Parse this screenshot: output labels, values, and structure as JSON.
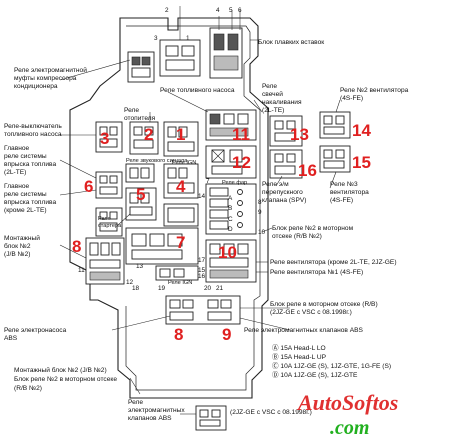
{
  "labels": {
    "fuse_block": "Блок плавких вставок",
    "compressor_relay": [
      "Реле электромагнитной",
      "муфты компрессора",
      "кондиционера"
    ],
    "fuel_pump_relay_top": "Реле топливного насоса",
    "glow_relay": [
      "Реле",
      "свечей",
      "накаливания",
      "(2L-TE)"
    ],
    "fan2_relay": [
      "Реле №2 вентилятора",
      "(4S-FE)"
    ],
    "pump_switch_relay": [
      "Реле-выключатель",
      "топливного насоса"
    ],
    "heater_relay": [
      "Реле",
      "отопителя"
    ],
    "main_efi_2lte": [
      "Главное",
      "реле системы",
      "впрыска топлива",
      "(2L-TE)"
    ],
    "horn_relay": "Реле звукового сигнала",
    "ign_relay": "Реле IGN",
    "main_efi_other": [
      "Главное",
      "реле системы",
      "впрыска топлива",
      "(кроме 2L-TE)"
    ],
    "starter_relay": [
      "Реле",
      "стартера"
    ],
    "spv_relay": [
      "Реле э/м",
      "перепускного",
      "клапана (SPV)"
    ],
    "fan3_relay": [
      "Реле №3",
      "вентилятора",
      "(4S-FE)"
    ],
    "brake_relay": "Реле фар",
    "relay_block_2": [
      "Блок реле №2 в моторном",
      "отсеке (R/B №2)"
    ],
    "jb2": [
      "Монтажный",
      "блок №2",
      "(J/B №2)"
    ],
    "fan_relay_other": "Реле вентилятора (кроме 2L-TE, 2JZ-GE)",
    "fan1_relay": "Реле вентилятора №1 (4S-FE)",
    "relay_block_rb": [
      "Блок реле в моторном отсеке (R/B)",
      "(2JZ-GE с VSC с 08.1998г.)"
    ],
    "abs_valve_relay_r": "Реле электромагнитных клапанов ABS",
    "abs_pump_relay": [
      "Реле электронасоса",
      "ABS"
    ],
    "ign_bottom": "Реле IGN",
    "legend_a": "Ⓐ 15A Head-L LO",
    "legend_b": "Ⓑ 15A Head-L UP",
    "legend_c": "Ⓒ 10A 1JZ-GE (S), 1JZ-GTE, 1G-FE (S)",
    "legend_d": "Ⓓ 10A 1JZ-GE (S), 1JZ-GTE",
    "jb2_bottom": [
      "Монтажный блок №2 (J/B №2)",
      "Блок реле №2 в моторном отсеке",
      "(R/B №2)"
    ],
    "abs_bottom": [
      "Реле",
      "электромагнитных",
      "клапанов ABS"
    ],
    "abs_bottom_note": "(2JZ-GE с VSC с 08.1998г.)"
  },
  "markers": {
    "m1": "1",
    "m2": "2",
    "m3": "3",
    "m4": "4",
    "m5": "5",
    "m6": "6",
    "m7": "7",
    "m8": "8",
    "m8b": "8",
    "m9": "9",
    "m10": "10",
    "m11": "11",
    "m12": "12",
    "m13": "13",
    "m14": "14",
    "m15": "15",
    "m16": "16"
  },
  "callouts": {
    "n1": "1",
    "n2": "2",
    "n3": "3",
    "n4": "4",
    "n5": "5",
    "n6": "6",
    "n7": "7",
    "n8": "8",
    "n9": "9",
    "n10": "10",
    "n11": "11",
    "n12": "12",
    "n13": "13",
    "n14": "14",
    "n15": "15",
    "n16": "16",
    "n17": "17",
    "n18": "18",
    "n19": "19",
    "n20": "20",
    "n21": "21",
    "lA": "A",
    "lB": "B",
    "lC": "C",
    "lD": "D"
  },
  "watermark": {
    "line1": "AutoSoftos",
    "line2": ".com"
  },
  "colors": {
    "marker": "#e02020",
    "watermark_red": "#e03030",
    "watermark_green": "#22b020"
  }
}
